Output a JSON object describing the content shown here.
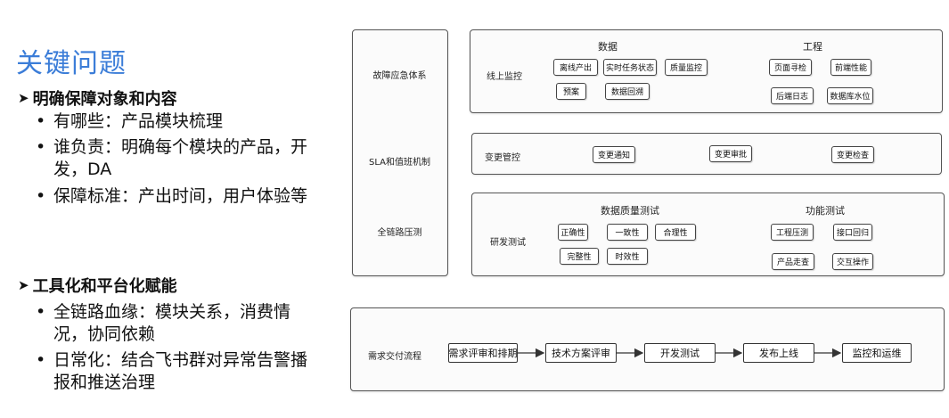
{
  "title": "关键问题",
  "section1": {
    "heading": "明确保障对象和内容",
    "items": [
      "有哪些：产品模块梳理",
      "谁负责：明确每个模块的产品，开发，DA",
      "保障标准：产出时间，用户体验等"
    ]
  },
  "section2": {
    "heading": "工具化和平台化赋能",
    "items": [
      "全链路血缘：模块关系，消费情况，协同依赖",
      "日常化：结合飞书群对异常告警播报和推送治理"
    ]
  },
  "left_panel": {
    "items": [
      "故障应急体系",
      "SLA和值班机制",
      "全链路压测"
    ]
  },
  "online_monitor": {
    "label": "线上监控",
    "data_header": "数据",
    "eng_header": "工程",
    "data_chips": [
      "离线产出",
      "实时任务状态",
      "质量监控",
      "预案",
      "数据回溯"
    ],
    "eng_chips": [
      "页面寻检",
      "前端性能",
      "后端日志",
      "数据库水位"
    ]
  },
  "change_control": {
    "label": "变更管控",
    "chips": [
      "变更通知",
      "变更审批",
      "变更检查"
    ]
  },
  "rd_test": {
    "label": "研发测试",
    "dq_header": "数据质量测试",
    "func_header": "功能测试",
    "dq_chips": [
      "正确性",
      "一致性",
      "合理性",
      "完整性",
      "时效性"
    ],
    "func_chips": [
      "工程压测",
      "接口回归",
      "产品走查",
      "交互操作"
    ]
  },
  "delivery": {
    "label": "需求交付流程",
    "steps": [
      "需求评审和排期",
      "技术方案评审",
      "开发测试",
      "发布上线",
      "监控和运维"
    ]
  }
}
